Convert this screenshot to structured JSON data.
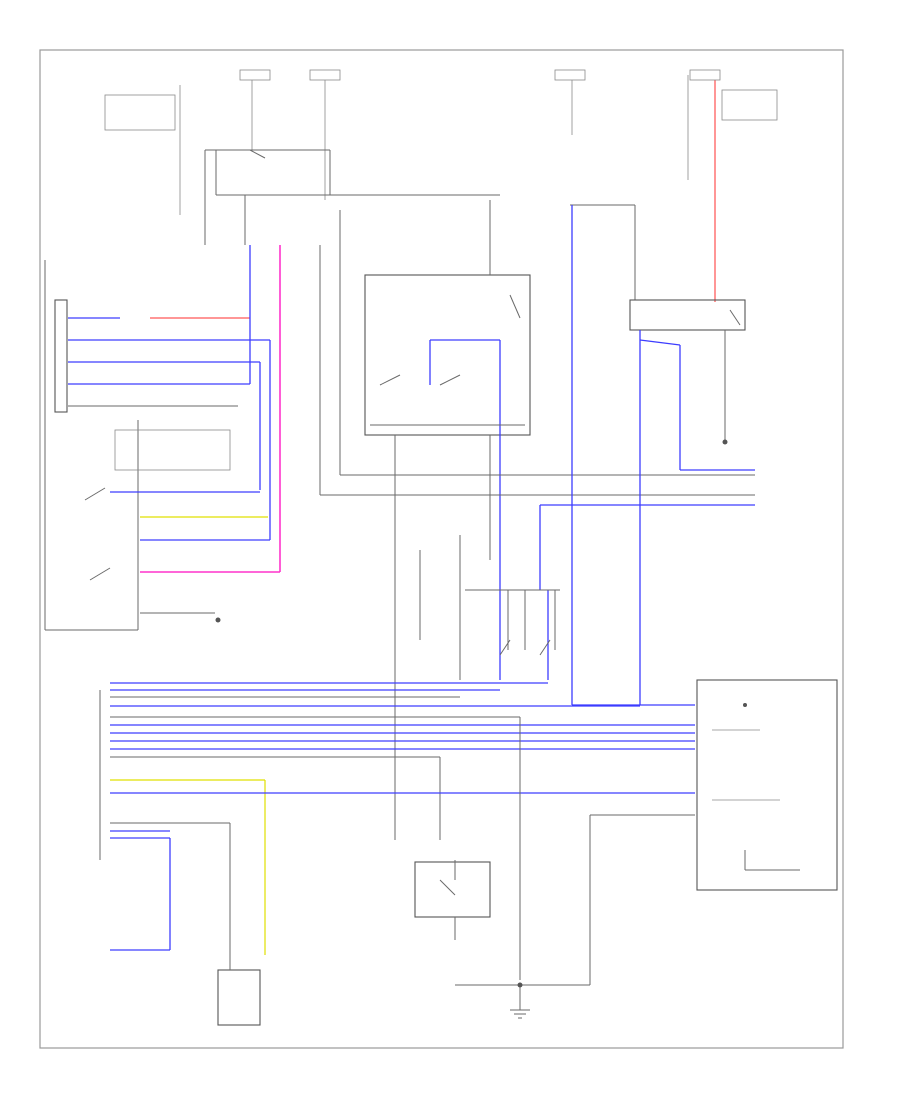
{
  "diagram": {
    "title": "",
    "footer_code": "",
    "colors": {
      "blue_wire": "#3d3dff",
      "pink_wire": "#ff33cc",
      "red_wire": "#ff2d2d",
      "yellow_wire": "#e0e000",
      "black_wire": "#6a6a6a"
    },
    "components": [
      {
        "key": "combination_switch",
        "label": ""
      },
      {
        "key": "clutch_pedal_switch",
        "label": ""
      },
      {
        "key": "brake_light_switch",
        "label": ""
      },
      {
        "key": "cruise_main_switch",
        "label": ""
      },
      {
        "key": "cruise_control_unit",
        "label": ""
      },
      {
        "key": "actuator",
        "label": ""
      },
      {
        "key": "vehicle_speed_sensor",
        "label": ""
      },
      {
        "key": "gauge_assembly",
        "label": ""
      }
    ]
  }
}
